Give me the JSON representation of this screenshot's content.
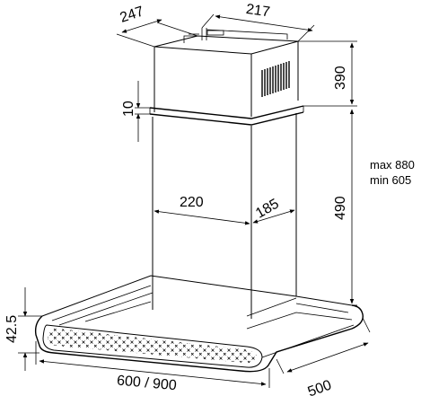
{
  "dimensions": {
    "chimney_depth_top": "247",
    "chimney_width_top": "217",
    "upper_height": "390",
    "gap": "10",
    "lower_height": "490",
    "chimney_width": "220",
    "chimney_depth": "185",
    "hood_height": "42.5",
    "hood_width": "600 / 900",
    "hood_depth": "500"
  },
  "notes": {
    "max_height": "max 880",
    "min_height": "min 605"
  }
}
